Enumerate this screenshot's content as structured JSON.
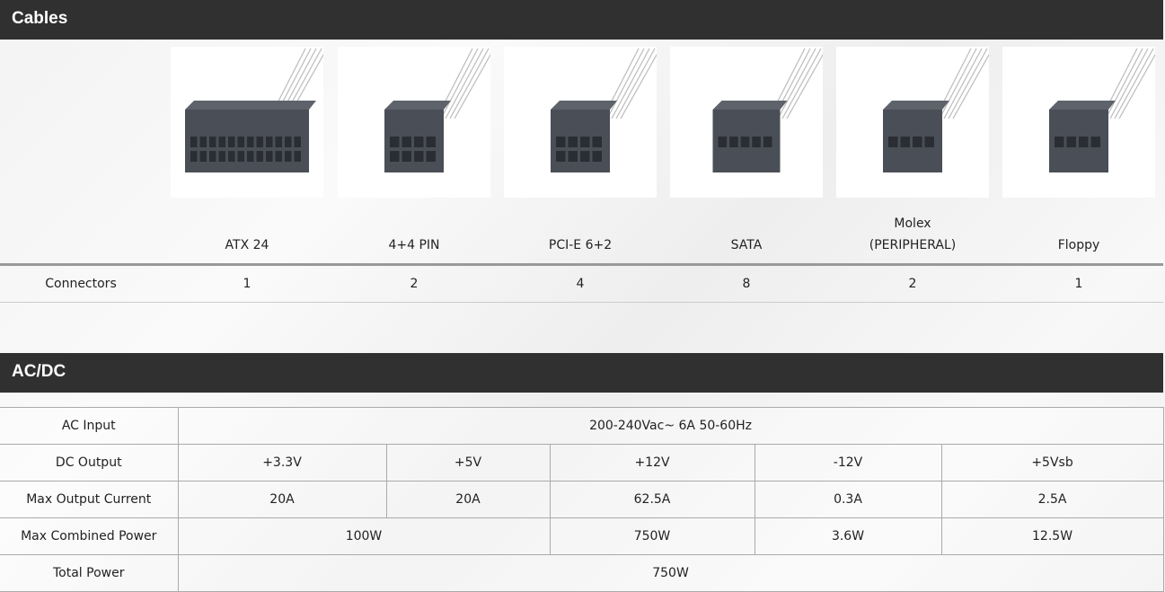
{
  "cables": {
    "title": "Cables",
    "row_label": "Connectors",
    "items": [
      {
        "label": "ATX 24",
        "count": "1",
        "pins": 12
      },
      {
        "label": "4+4 PIN",
        "count": "2",
        "pins": 4
      },
      {
        "label": "PCI-E 6+2",
        "count": "4",
        "pins": 4
      },
      {
        "label": "SATA",
        "count": "8",
        "pins": 5
      },
      {
        "label_line1": "Molex",
        "label_line2": "(PERIPHERAL)",
        "count": "2",
        "pins": 4
      },
      {
        "label": "Floppy",
        "count": "1",
        "pins": 4
      }
    ]
  },
  "acdc": {
    "title": "AC/DC",
    "ac_input": {
      "label": "AC Input",
      "value": "200-240Vac~  6A  50-60Hz"
    },
    "dc_output": {
      "label": "DC Output",
      "values": [
        "+3.3V",
        "+5V",
        "+12V",
        "-12V",
        "+5Vsb"
      ]
    },
    "max_current": {
      "label": "Max Output Current",
      "values": [
        "20A",
        "20A",
        "62.5A",
        "0.3A",
        "2.5A"
      ]
    },
    "combined": {
      "label": "Max Combined Power",
      "values": [
        "100W",
        "750W",
        "3.6W",
        "12.5W"
      ]
    },
    "total": {
      "label": "Total Power",
      "value": "750W"
    }
  }
}
